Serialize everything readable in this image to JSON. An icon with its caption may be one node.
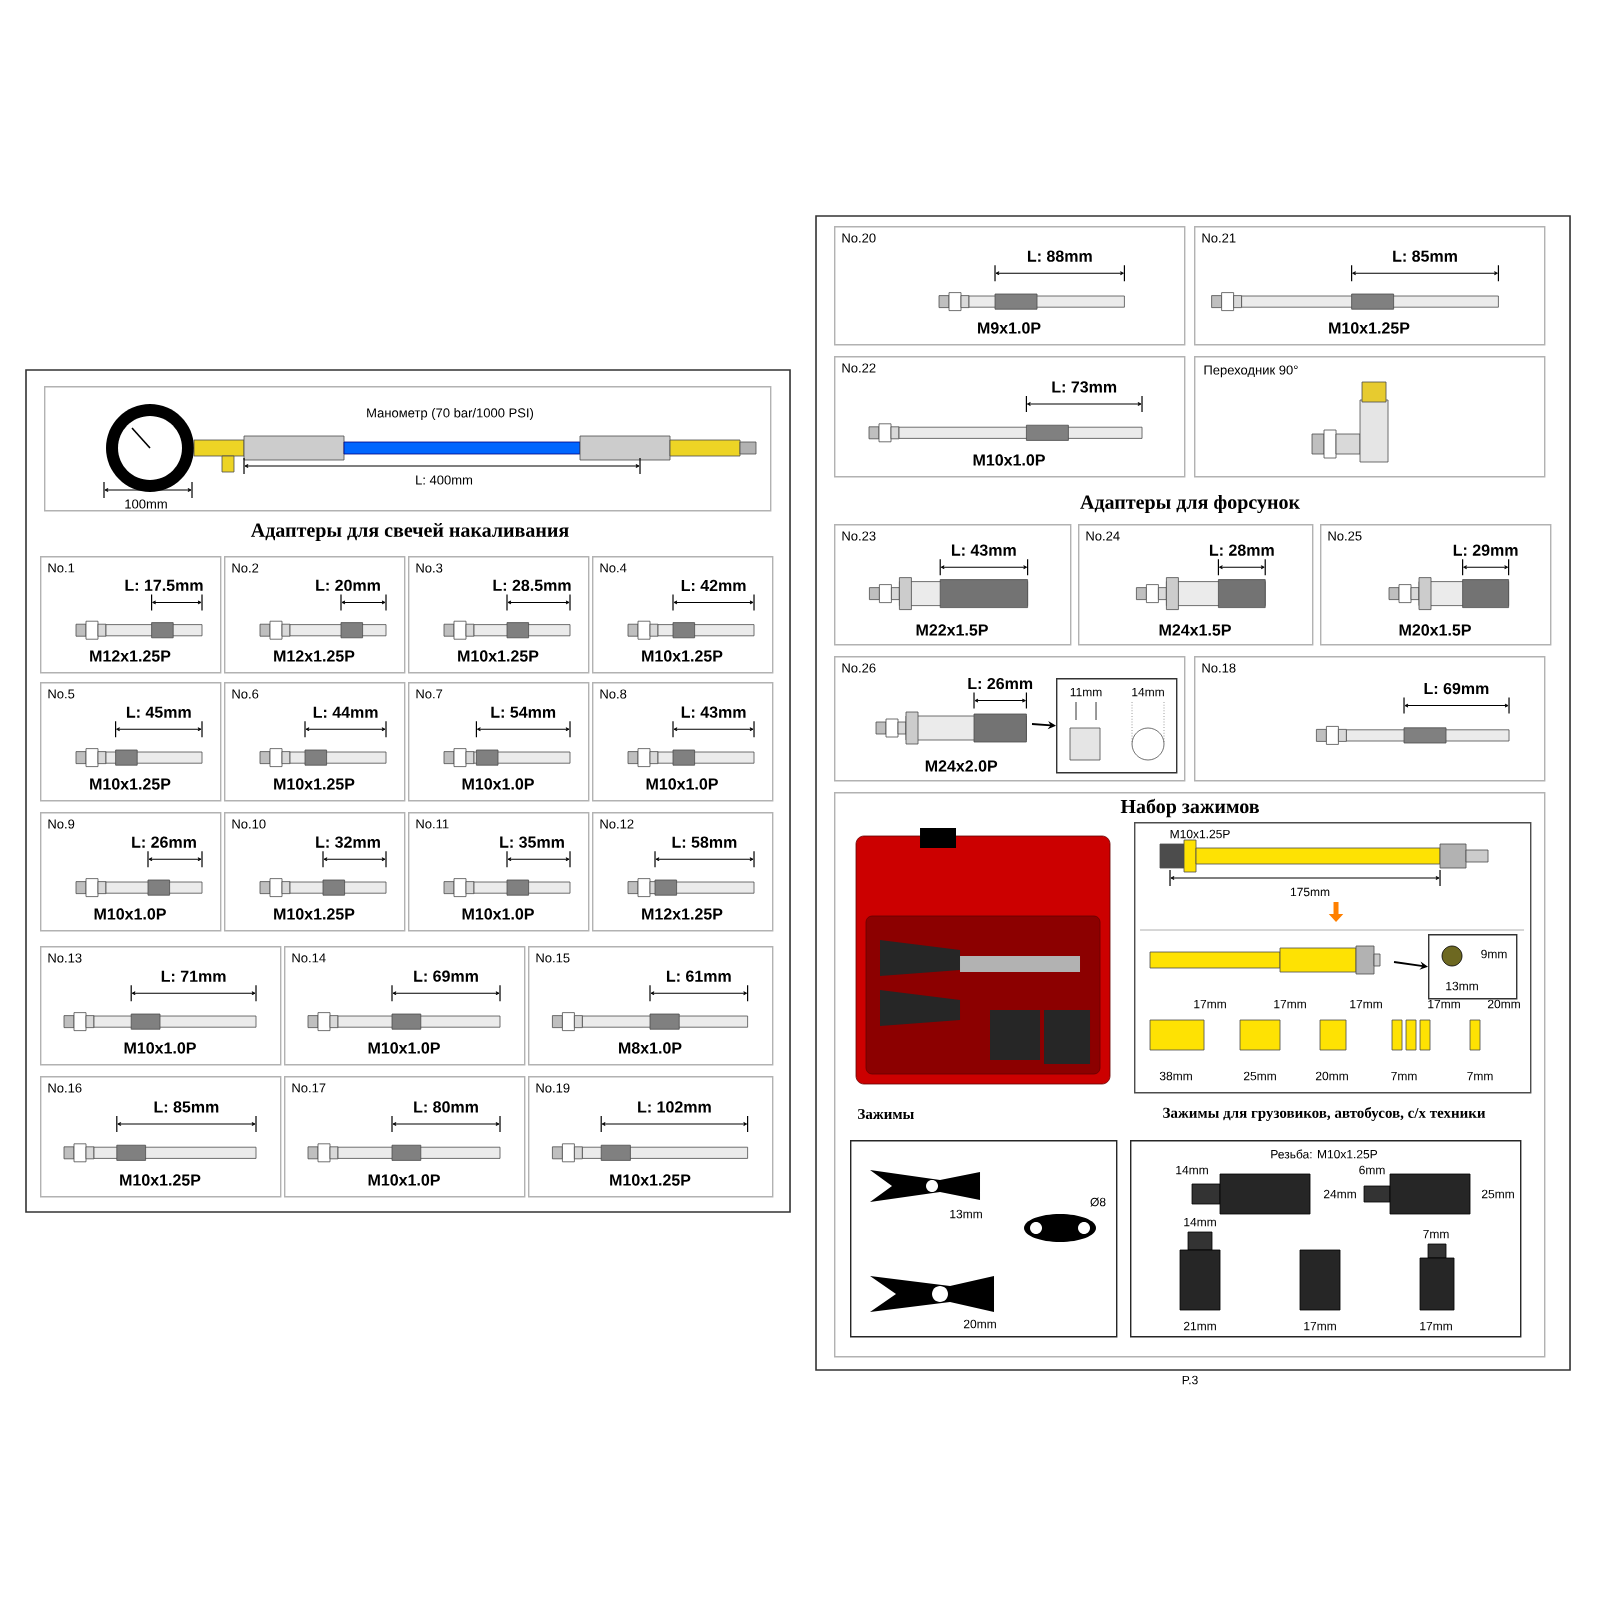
{
  "diagram": {
    "nodes": [
      {
        "text": [
          "Манометр (70 bar/1000 PSI)",
          "L: 400mm",
          "100mm"
        ]
      },
      {
        "text": [
          "No.1",
          "L: 17.5mm",
          "M12x1.25P"
        ]
      },
      {
        "text": [
          "No.2",
          "L: 20mm",
          "M12x1.25P"
        ]
      },
      {
        "text": [
          "No.3",
          "L: 28.5mm",
          "M10x1.25P"
        ]
      },
      {
        "text": [
          "No.4",
          "L: 42mm",
          "M10x1.25P"
        ]
      },
      {
        "text": [
          "No.5",
          "L: 45mm",
          "M10x1.25P"
        ]
      },
      {
        "text": [
          "No.6",
          "L: 44mm",
          "M10x1.25P"
        ]
      },
      {
        "text": [
          "No.7",
          "L: 54mm",
          "M10x1.0P"
        ]
      },
      {
        "text": [
          "No.8",
          "L: 43mm",
          "M10x1.0P"
        ]
      },
      {
        "text": [
          "No.9",
          "L: 26mm",
          "M10x1.0P"
        ]
      },
      {
        "text": [
          "No.10",
          "L: 32mm",
          "M10x1.25P"
        ]
      },
      {
        "text": [
          "No.11",
          "L: 35mm",
          "M10x1.0P"
        ]
      },
      {
        "text": [
          "No.12",
          "L: 58mm",
          "M12x1.25P"
        ]
      },
      {
        "text": [
          "No.13",
          "L: 71mm",
          "M10x1.0P"
        ]
      },
      {
        "text": [
          "No.14",
          "L: 69mm",
          "M10x1.0P"
        ]
      },
      {
        "text": [
          "No.15",
          "L: 61mm",
          "M8x1.0P"
        ]
      },
      {
        "text": [
          "No.16",
          "L: 85mm",
          "M10x1.25P"
        ]
      },
      {
        "text": [
          "No.17",
          "L: 80mm",
          "M10x1.0P"
        ]
      },
      {
        "text": [
          "No.19",
          "L: 102mm",
          "M10x1.25P"
        ]
      },
      {
        "text": [
          "No.20",
          "L: 88mm",
          "M9x1.0P"
        ]
      },
      {
        "text": [
          "No.21",
          "L: 85mm",
          "M10x1.25P"
        ]
      },
      {
        "text": [
          "No.22",
          "L: 73mm",
          "M10x1.0P"
        ]
      },
      {
        "text": [
          "Переходник 90°"
        ]
      },
      {
        "text": [
          "No.23",
          "L: 43mm",
          "M22x1.5P"
        ]
      },
      {
        "text": [
          "No.24",
          "L: 28mm",
          "M24x1.5P"
        ]
      },
      {
        "text": [
          "No.25",
          "L: 29mm",
          "M20x1.5P"
        ]
      },
      {
        "text": [
          "No.26",
          "L: 26mm",
          "M24x2.0P"
        ]
      },
      {
        "text": [
          "11mm",
          "14mm"
        ],
        "in": 26
      },
      {
        "text": [
          "No.18",
          "L: 69mm"
        ]
      },
      {
        "text": [
          "Набор зажимов"
        ]
      },
      {
        "text": [
          "M10x1.25P",
          "175mm",
          "17mm",
          "17mm",
          "17mm",
          "17mm",
          "20mm",
          "38mm",
          "25mm",
          "20mm",
          "7mm",
          "7mm"
        ],
        "in": 29
      },
      {
        "text": [
          "9mm",
          "13mm"
        ],
        "in": 30
      },
      {
        "text": [
          "Зажимы",
          "13mm",
          "Ø8",
          "20mm"
        ],
        "in": 29
      },
      {
        "text": [
          "Зажимы для грузовиков, автобусов, с/х техники",
          "Резьба: M10x1.25P",
          "14mm",
          "24mm",
          "6mm",
          "25mm",
          "14mm",
          "7mm",
          "21mm",
          "17mm",
          "17mm"
        ],
        "in": 29
      }
    ],
    "edges": [
      {
        "from": null,
        "to": 27,
        "arrow": "to"
      },
      {
        "from": null,
        "to": 31,
        "arrow": "to"
      }
    ],
    "labels": [
      "Адаптеры для свечей накаливания",
      "Адаптеры для форсунок",
      "P.3"
    ]
  }
}
